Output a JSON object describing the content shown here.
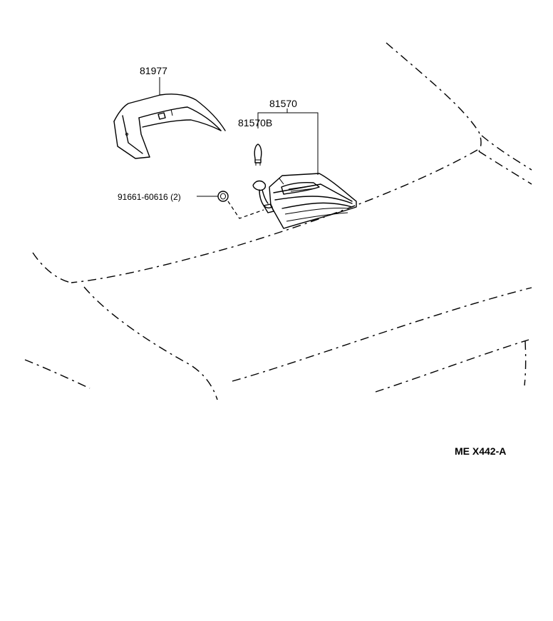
{
  "parts": {
    "cover": "81977",
    "lamp_assy": "81570",
    "bulb": "81570B",
    "clip": "91661-60616 (2)"
  },
  "diagram_code": "ME  X442-A"
}
